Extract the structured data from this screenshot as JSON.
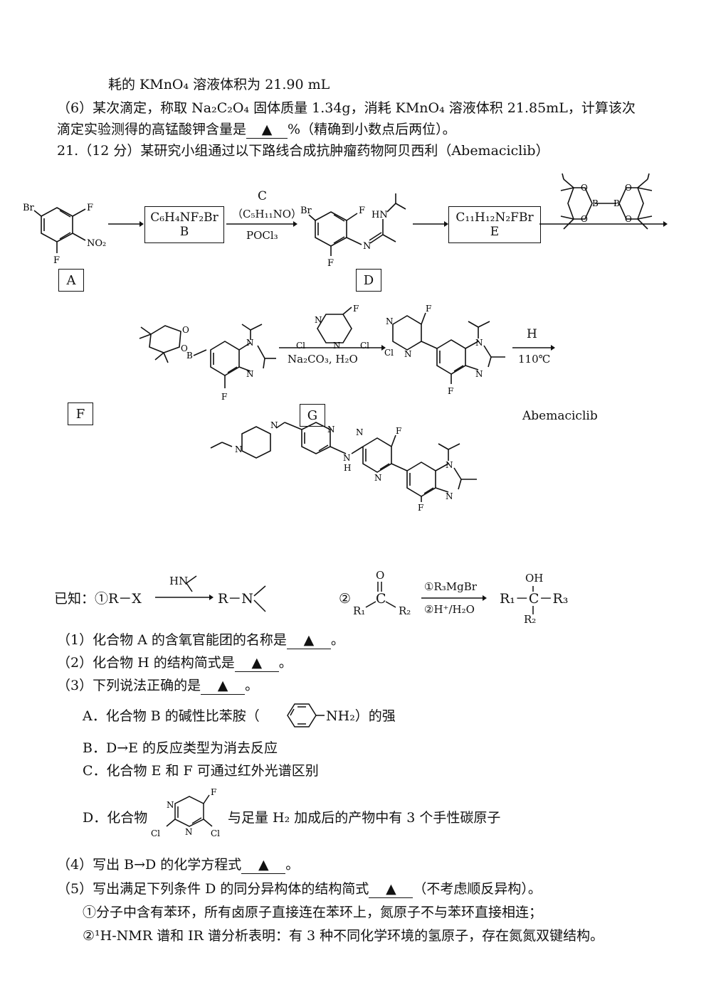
{
  "top_lines": [
    "耗的 KMnO₄ 溶液体积为 21.90 mL",
    "（6）某次滴定，称取 Na₂C₂O₄ 固体质量 1.34g，消耗 KMnO₄ 溶液体积 21.85mL，计算该次",
    "滴定实验测得的高锰酸钾含量是",
    "%（精确到小数点后两位）。",
    "21.（12 分）某研究小组通过以下路线合成抗肿瘤药物阿贝西利（Abemaciclib）"
  ],
  "blank_symbol": "▲",
  "scheme": {
    "A_label": "A",
    "B_formula": "C₆H₄NF₂Br",
    "B_label": "B",
    "C_label": "C",
    "C_formula": "（C₅H₁₁NO）",
    "C_reagent": "POCl₃",
    "D_label": "D",
    "E_formula": "C₁₁H₁₂N₂FBr",
    "E_label": "E",
    "F_label": "F",
    "F_reagent": "Na₂CO₃, H₂O",
    "H_label": "H",
    "H_temp": "110℃",
    "G_label": "G",
    "product_name": "Abemaciclib",
    "atoms": {
      "Br": "Br",
      "F": "F",
      "NO2": "NO₂",
      "N": "N",
      "H": "H",
      "HN": "HN",
      "Cl": "Cl",
      "O": "O",
      "B": "B"
    }
  },
  "known": {
    "prefix": "已知：①R－X",
    "amine": "HN",
    "product1": "R－N",
    "two": "②",
    "O": "O",
    "C": "C",
    "R1": "R₁",
    "R2": "R₂",
    "step1": "①R₃MgBr",
    "step2": "②H⁺/H₂O",
    "OH": "OH",
    "product2": "R₁－C－R₃",
    "product2_R2": "R₂"
  },
  "questions": {
    "q1": "（1）化合物 A 的含氧官能团的名称是",
    "q2": "（2）化合物 H 的结构简式是",
    "q3": "（3）下列说法正确的是",
    "period": "。",
    "optA_pre": "A．化合物 B 的碱性比苯胺（",
    "optA_nh2": "NH₂）的强",
    "optB": "B．D→E 的反应类型为消去反应",
    "optC": "C．化合物 E 和 F 可通过红外光谱区别",
    "optD_pre": "D．化合物",
    "optD_post": "与足量 H₂ 加成后的产物中有 3 个手性碳原子",
    "q4": "（4）写出 B→D 的化学方程式",
    "q5": "（5）写出满足下列条件 D 的同分异构体的结构简式",
    "q5_note": "（不考虑顺反异构）。",
    "cond1": "①分子中含有苯环，所有卤原子直接连在苯环上，氮原子不与苯环直接相连；",
    "cond2": "②¹H-NMR 谱和 IR 谱分析表明：有 3 种不同化学环境的氢原子，存在氮氮双键结构。"
  }
}
